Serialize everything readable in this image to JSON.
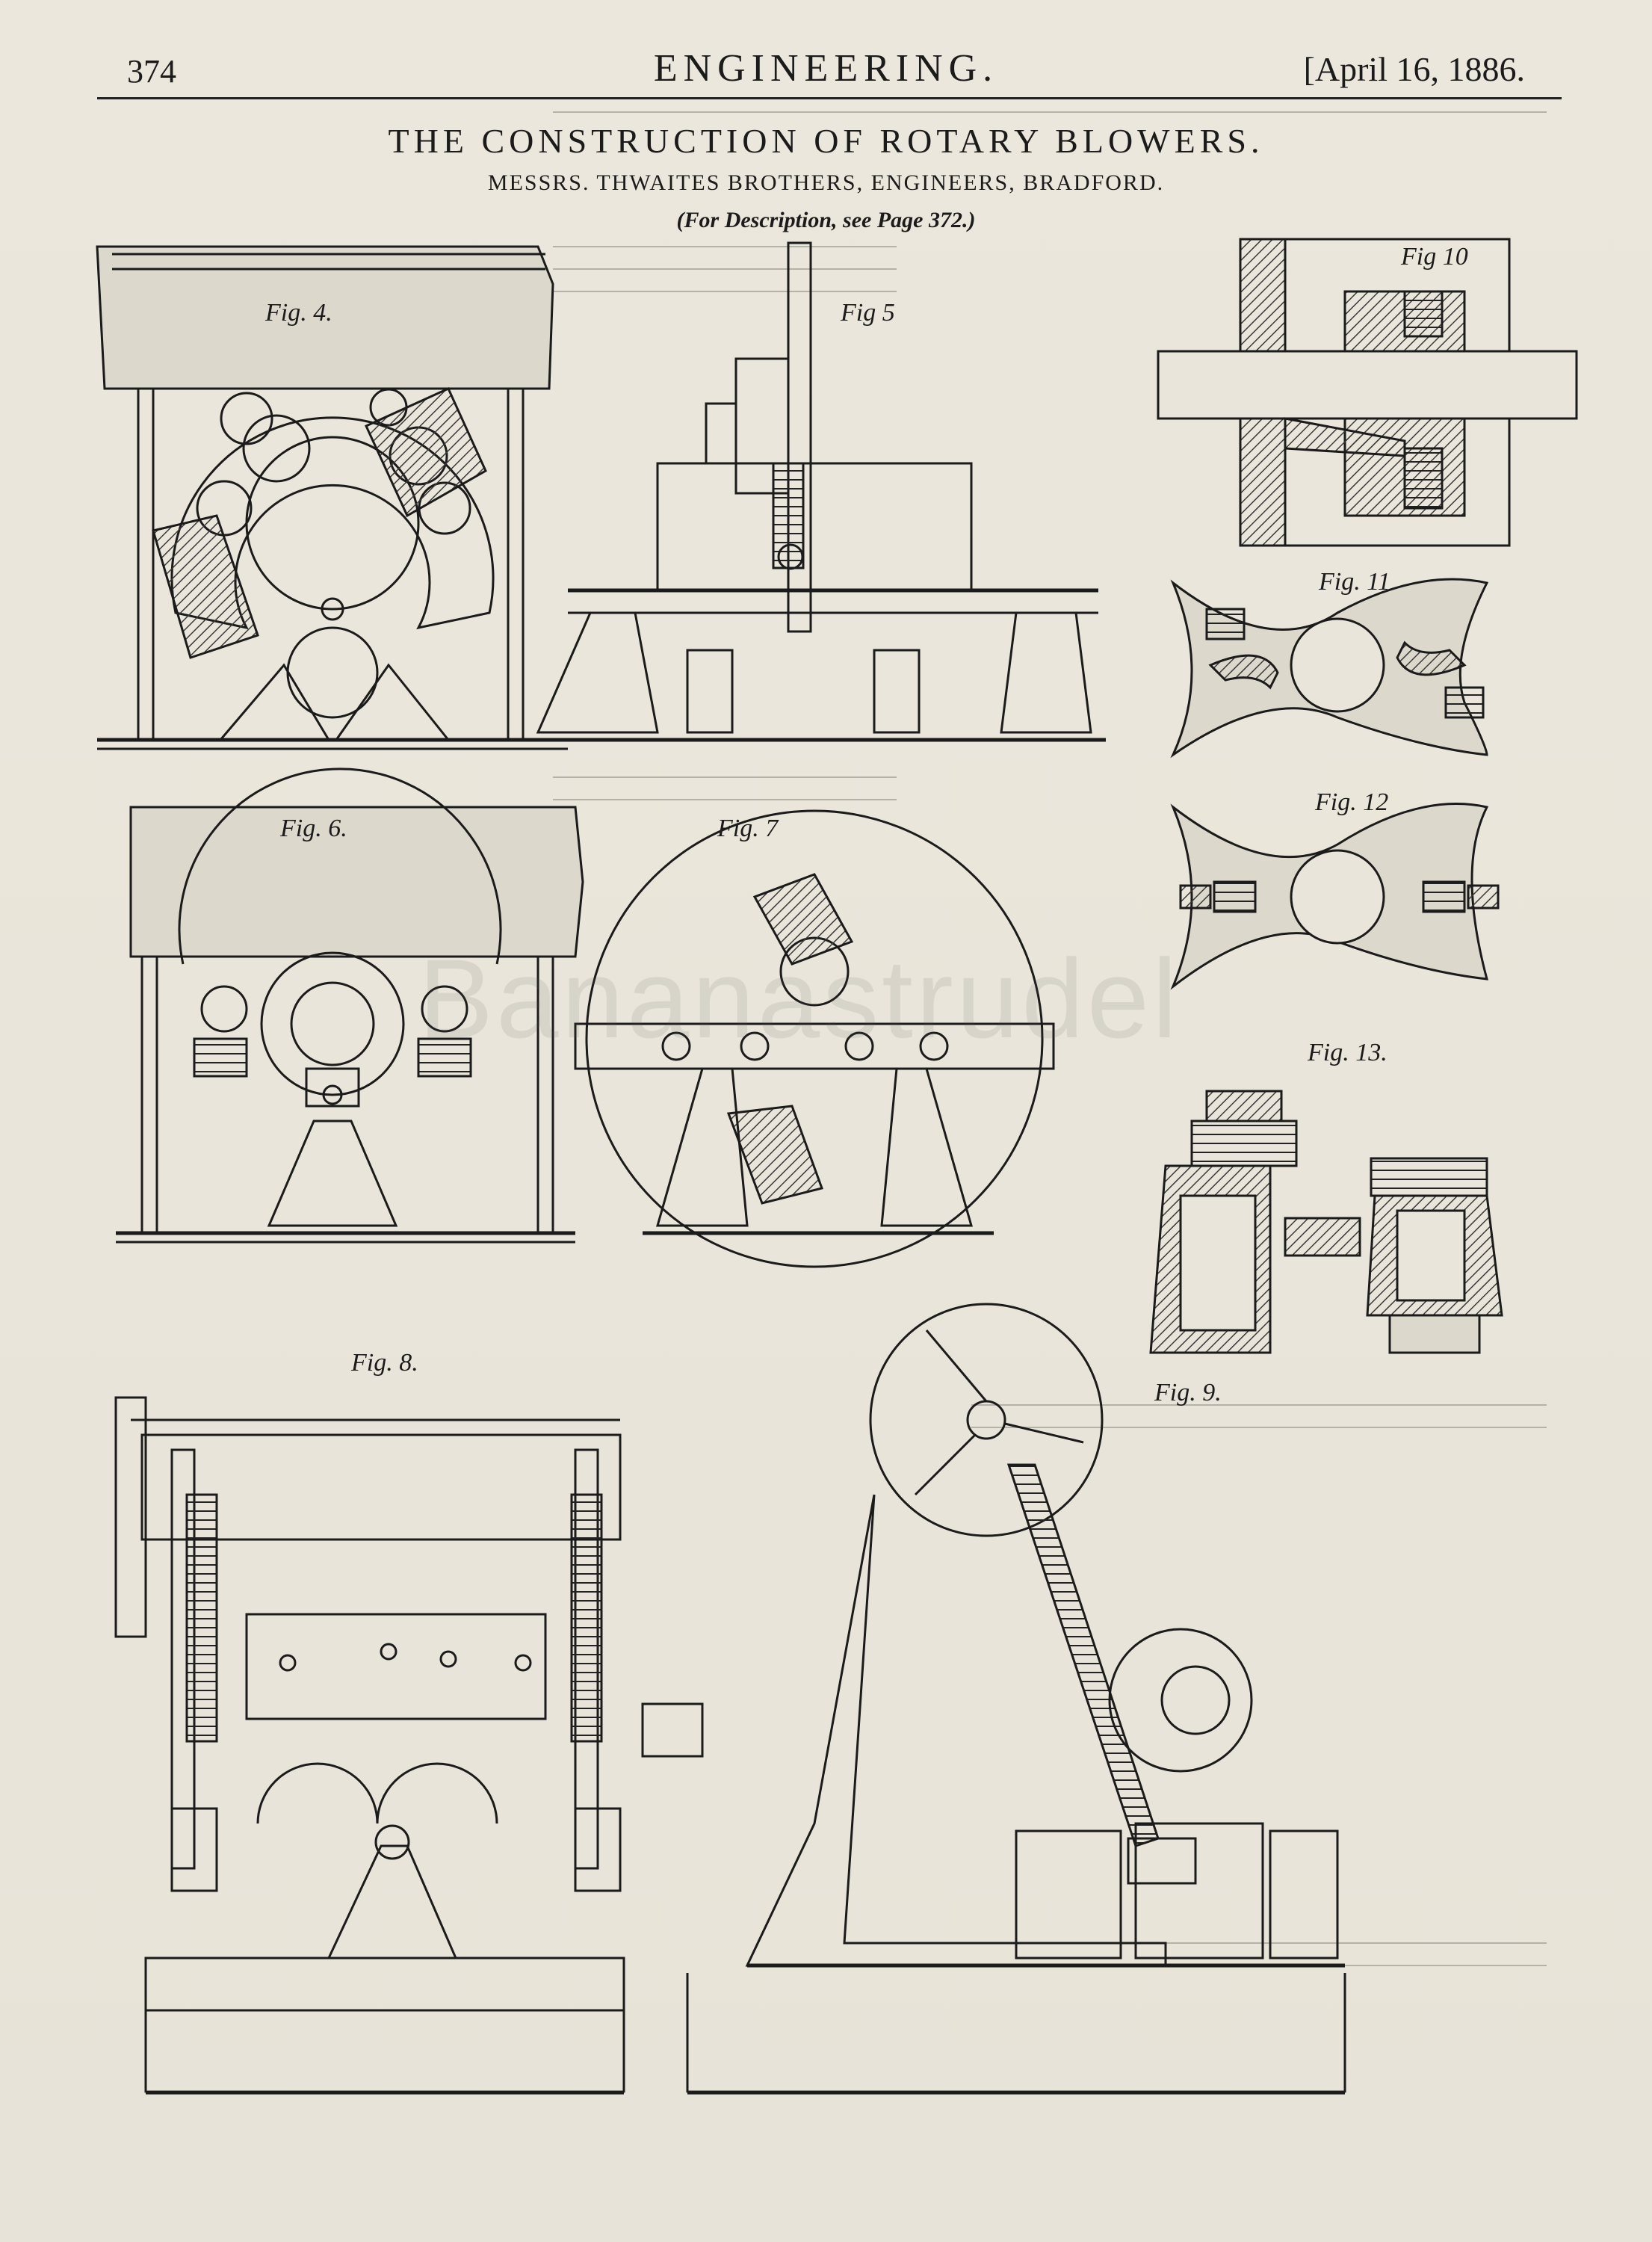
{
  "header": {
    "page_number": "374",
    "journal": "ENGINEERING.",
    "date": "[April 16, 1886."
  },
  "article": {
    "title": "THE CONSTRUCTION OF ROTARY BLOWERS.",
    "subtitle": "MESSRS. THWAITES BROTHERS, ENGINEERS, BRADFORD.",
    "description_ref": "(For Description, see Page 372.)"
  },
  "figures": {
    "fig4": "Fig. 4.",
    "fig5": "Fig 5",
    "fig6": "Fig. 6.",
    "fig7": "Fig. 7",
    "fig8": "Fig. 8.",
    "fig9": "Fig. 9.",
    "fig10": "Fig 10",
    "fig11": "Fig. 11",
    "fig12": "Fig. 12",
    "fig13": "Fig. 13."
  },
  "watermark": "Bananastrudel",
  "colors": {
    "paper": "#e9e5da",
    "ink": "#1b1b1b",
    "hatch": "#3a3a3a"
  }
}
